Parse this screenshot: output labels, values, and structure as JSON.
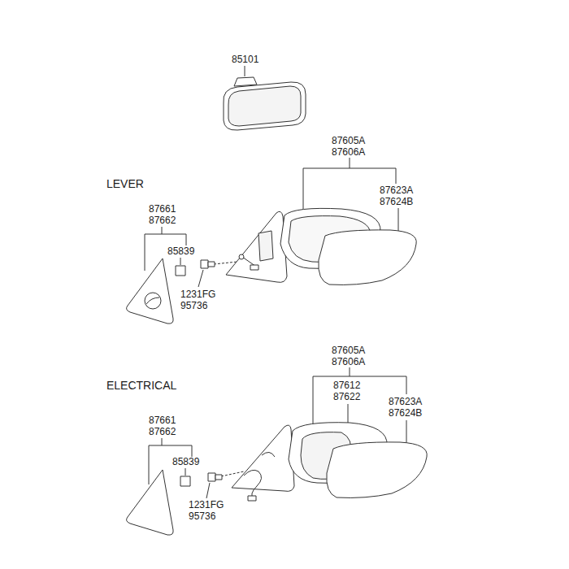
{
  "diagram": {
    "labels": [
      "85101",
      "87605A",
      "87606A",
      "LEVER",
      "87623A",
      "87624B",
      "87661",
      "87662",
      "85839",
      "1231FG",
      "95736",
      "87605A",
      "87606A",
      "87612",
      "87622",
      "ELECTRICAL",
      "87623A",
      "87624B",
      "87661",
      "87662",
      "85839",
      "1231FG",
      "95736"
    ]
  }
}
